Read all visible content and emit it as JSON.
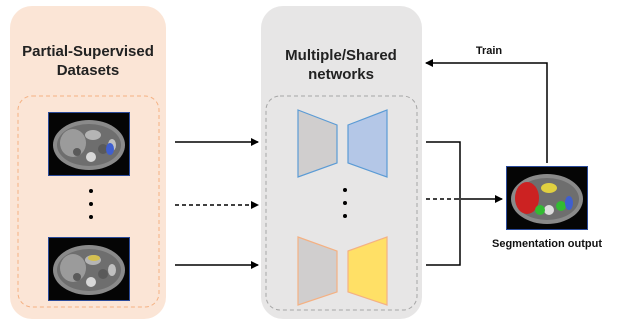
{
  "datasets_panel": {
    "title_line1": "Partial-Supervised",
    "title_line2": "Datasets",
    "background": "#fbe5d6",
    "dash_color": "#f4b183"
  },
  "networks_panel": {
    "title_line1": "Multiple/Shared",
    "title_line2": "networks",
    "background": "#e7e6e6",
    "dash_color": "#a6a6a6",
    "networks": [
      {
        "encoder_color": "#d0cece",
        "encoder_stroke": "#5b9bd5",
        "decoder_color": "#b4c7e7",
        "decoder_stroke": "#5b9bd5"
      },
      {
        "encoder_color": "#d0cece",
        "encoder_stroke": "#f4b183",
        "decoder_color": "#ffe066",
        "decoder_stroke": "#f4b183"
      }
    ]
  },
  "train_label": "Train",
  "output_label": "Segmentation output",
  "ellipsis": "⋮"
}
